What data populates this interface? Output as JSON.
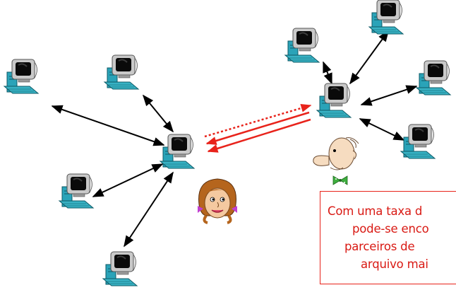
{
  "colors": {
    "link": "#000000",
    "stream": "#e8231b",
    "note_text": "#d91a14",
    "monitor_frame": "#c9c9c9",
    "screen": "#0a0a0a",
    "tower": "#2aa3b8",
    "keyboard": "#38b2c4"
  },
  "peers": [
    {
      "id": "peer-left",
      "icon": "computer-icon"
    },
    {
      "id": "peer-upper-left",
      "icon": "computer-icon"
    },
    {
      "id": "peer-bottom-left",
      "icon": "computer-icon"
    },
    {
      "id": "peer-bottom",
      "icon": "computer-icon"
    },
    {
      "id": "alice-peer",
      "icon": "computer-icon"
    },
    {
      "id": "bob-peer",
      "icon": "computer-icon"
    },
    {
      "id": "peer-top-middle",
      "icon": "computer-icon"
    },
    {
      "id": "peer-top-right",
      "icon": "computer-icon"
    },
    {
      "id": "peer-right",
      "icon": "computer-icon"
    },
    {
      "id": "peer-lower-right",
      "icon": "computer-icon"
    }
  ],
  "people": {
    "alice": {
      "icon": "woman-cartoon-icon"
    },
    "bob": {
      "icon": "man-cartoon-icon"
    }
  },
  "note": {
    "lines": [
      "Com uma taxa d",
      "pode-se enco",
      "parceiros de",
      "arquivo mai"
    ]
  }
}
